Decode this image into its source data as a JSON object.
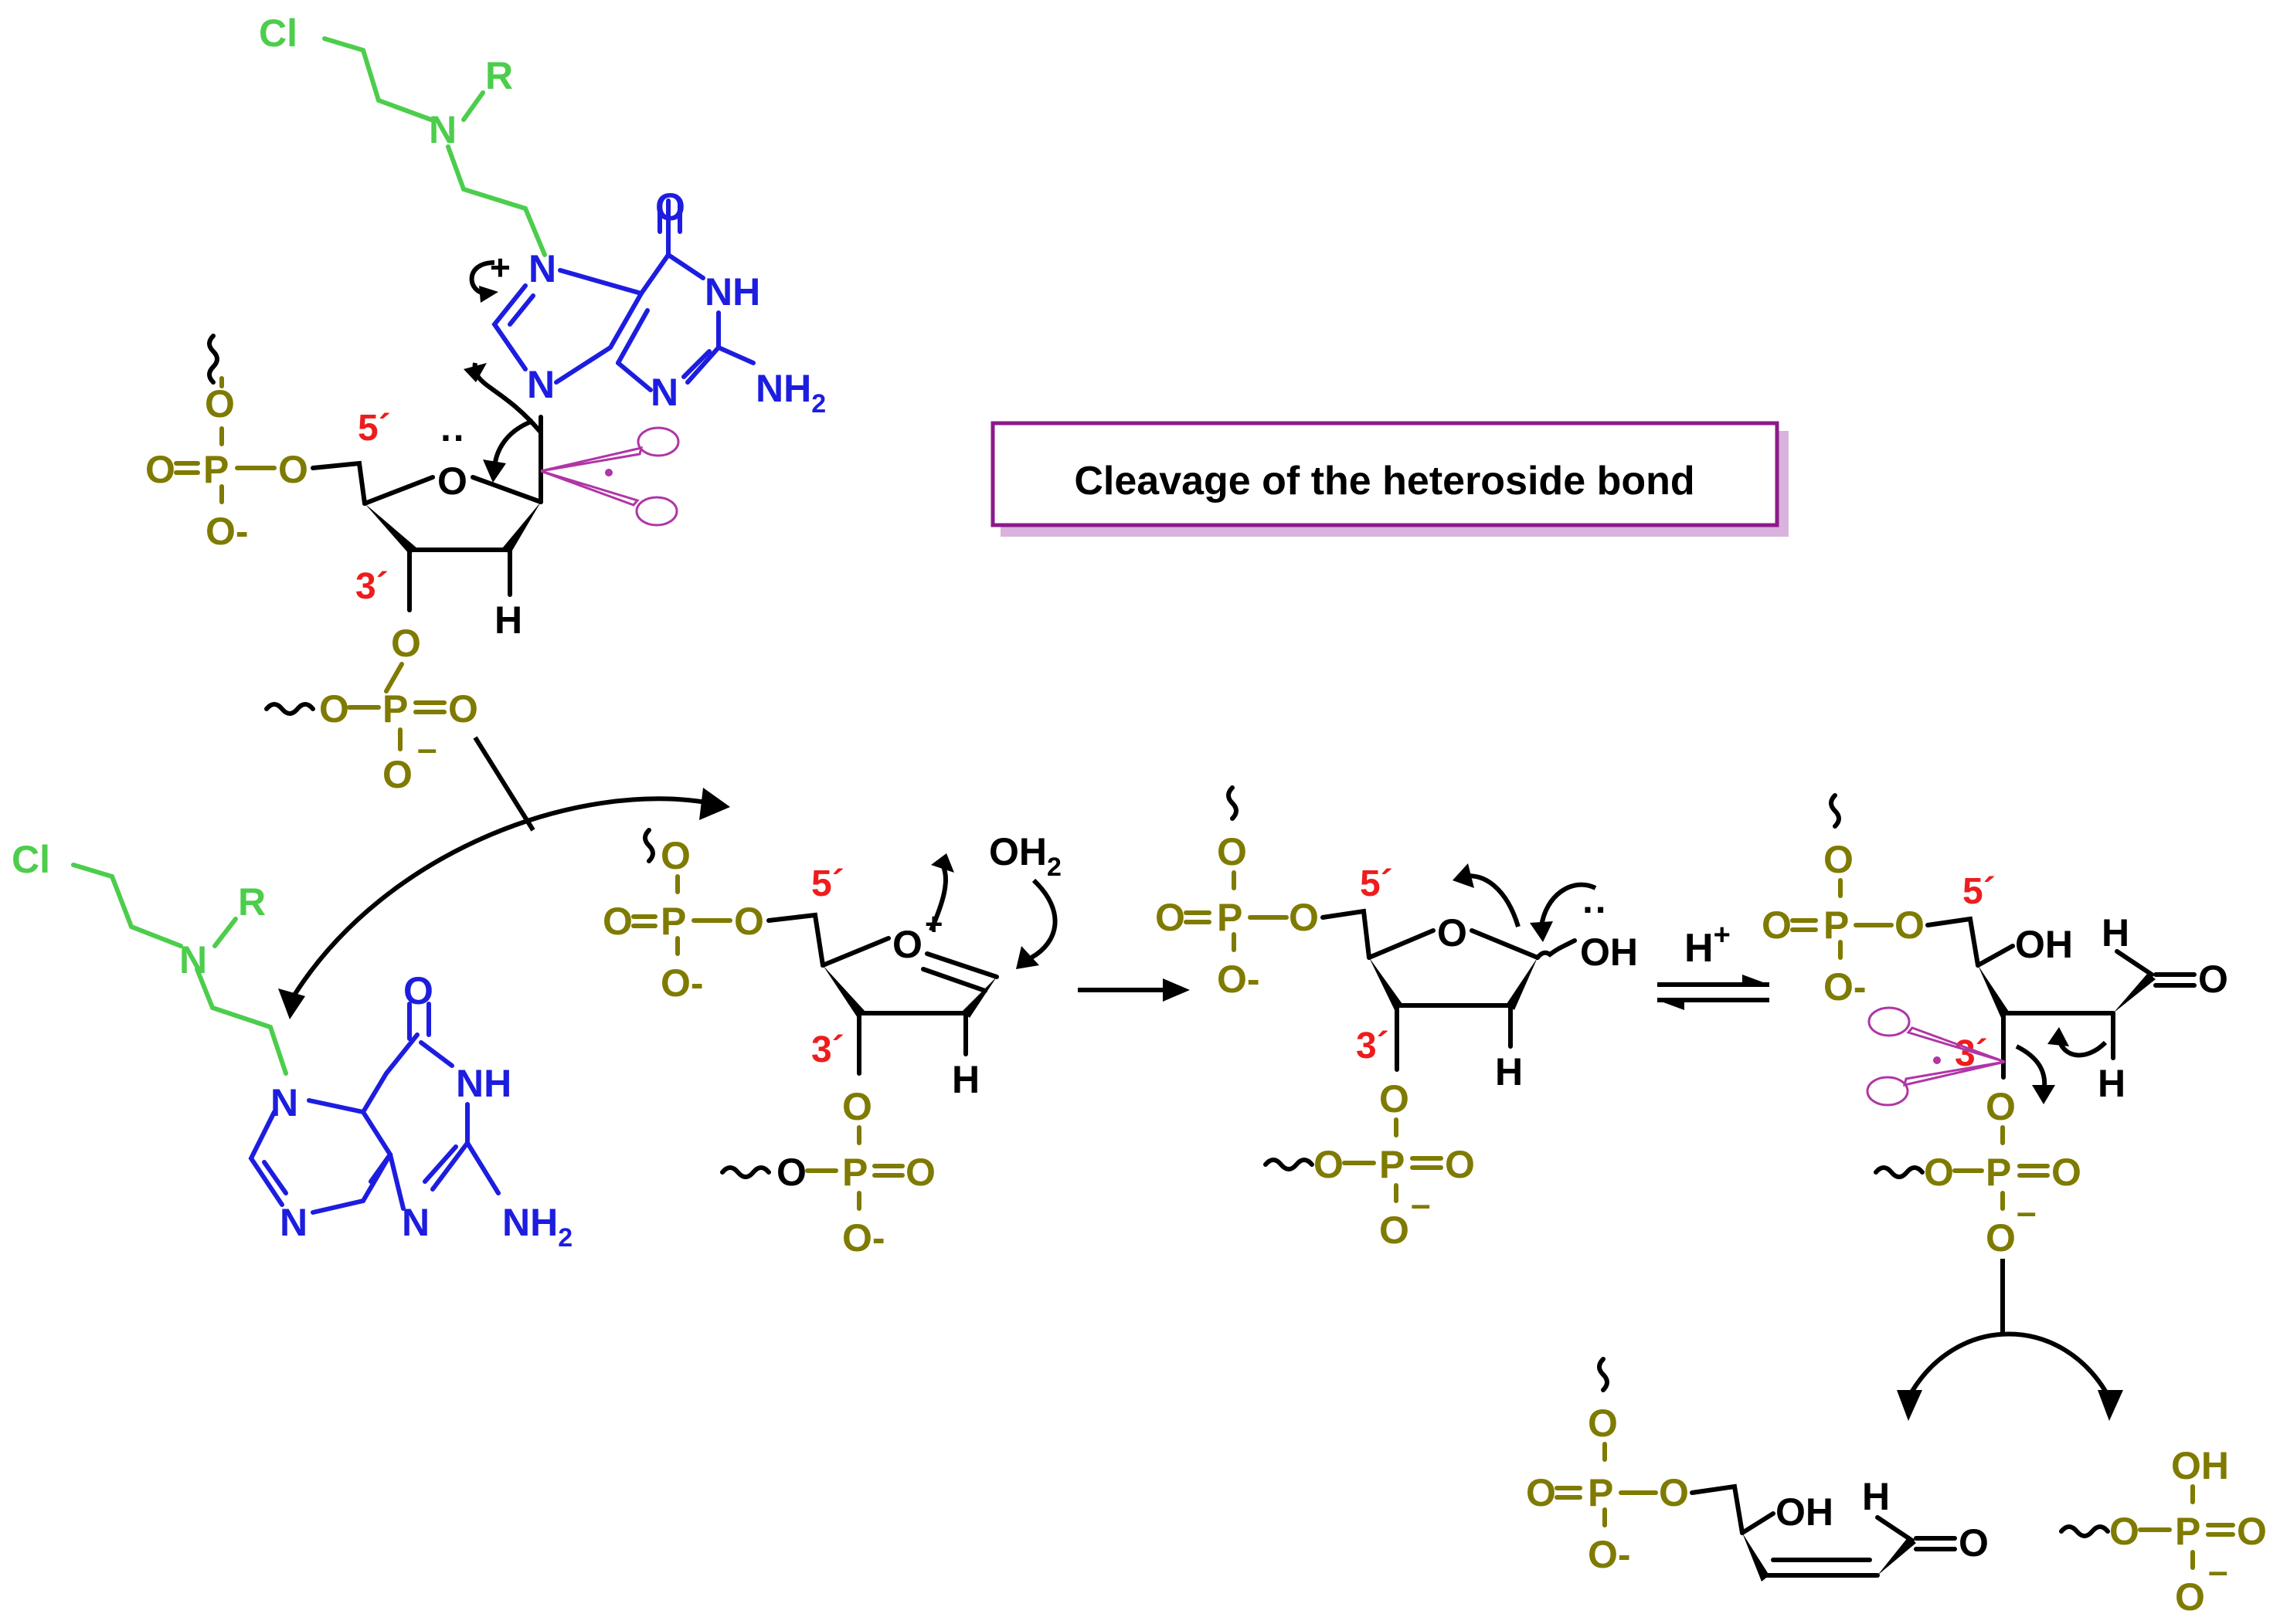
{
  "title": "Cleavage of the heteroside bond",
  "atoms": {
    "O": "O",
    "O_minus": "O-",
    "P": "P",
    "H": "H",
    "OH": "OH",
    "OH2": "OH",
    "sub2": "2",
    "NH": "NH",
    "NH2": "NH",
    "N": "N",
    "Cl": "Cl",
    "R": "R",
    "plus": "+",
    "minus": "–",
    "lone_pair": "··"
  },
  "locants": {
    "c5": "5´",
    "c3": "3´"
  },
  "reagents": {
    "proton": "H",
    "proton_charge": "+"
  },
  "colors": {
    "phosphate": "#7f7a00",
    "guanine": "#1d1de0",
    "mustard": "#4ccd4c",
    "locant": "#ee1c1c",
    "scissors": "#b035a6",
    "title_border": "#8b1a8b"
  },
  "icons": {
    "scissors": "scissors-icon"
  }
}
